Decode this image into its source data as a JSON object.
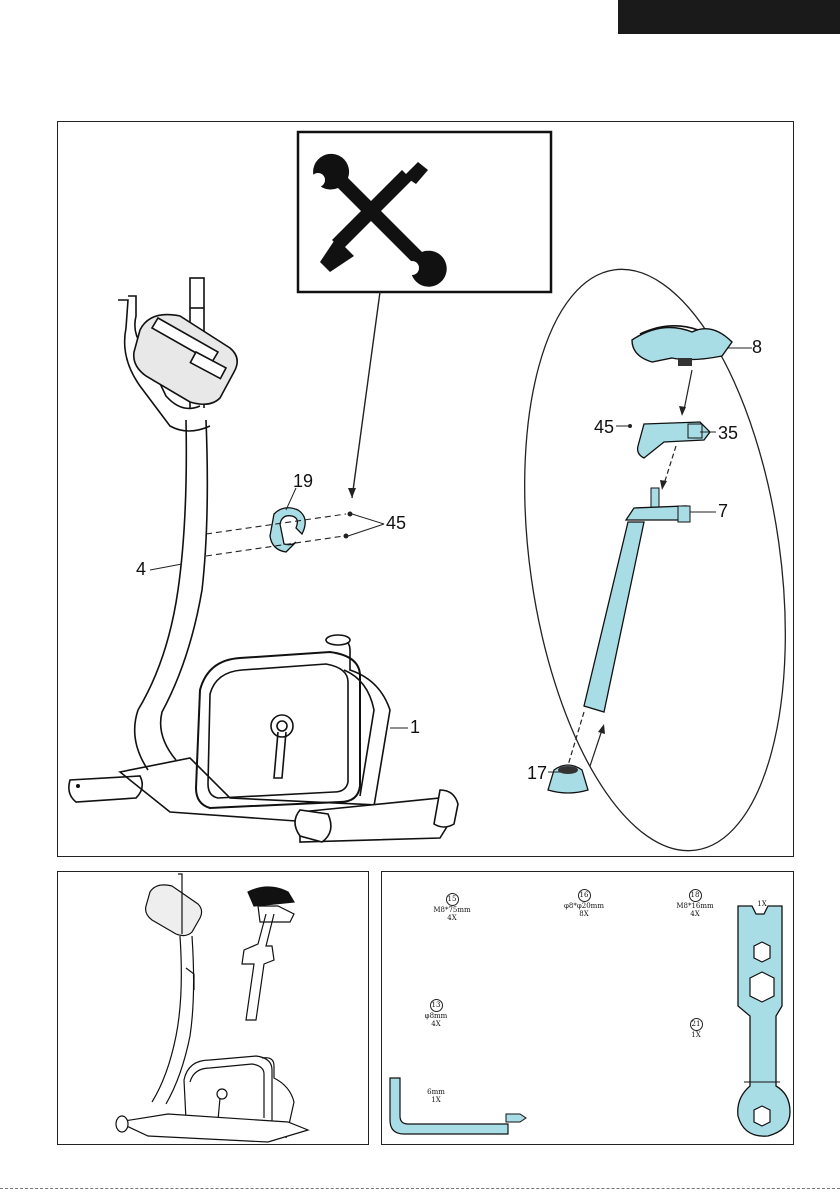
{
  "page": {
    "accent_color": "#a9dde6",
    "line_color": "#222222"
  },
  "main_diagram": {
    "tool_box_icons": [
      "wrench-icon",
      "screwdriver-icon"
    ],
    "part_labels": {
      "p8": "8",
      "p45_seat": "45",
      "p35": "35",
      "p7": "7",
      "p17": "17",
      "p19": "19",
      "p45_bolts": "45",
      "p4": "4",
      "p1": "1"
    }
  },
  "hardware": {
    "items": [
      {
        "num": "15",
        "spec": "M8*75mm",
        "qty": "4X"
      },
      {
        "num": "16",
        "spec": "φ8*φ20mm",
        "qty": "8X"
      },
      {
        "num": "18",
        "spec": "M8*16mm",
        "qty": "4X"
      },
      {
        "num": "13",
        "spec": "φ8mm",
        "qty": "4X"
      },
      {
        "num": "21",
        "spec": "",
        "qty": "1X"
      }
    ],
    "allen_key": {
      "size": "6mm",
      "qty": "1X"
    },
    "spanner": {
      "qty": "1X"
    }
  }
}
